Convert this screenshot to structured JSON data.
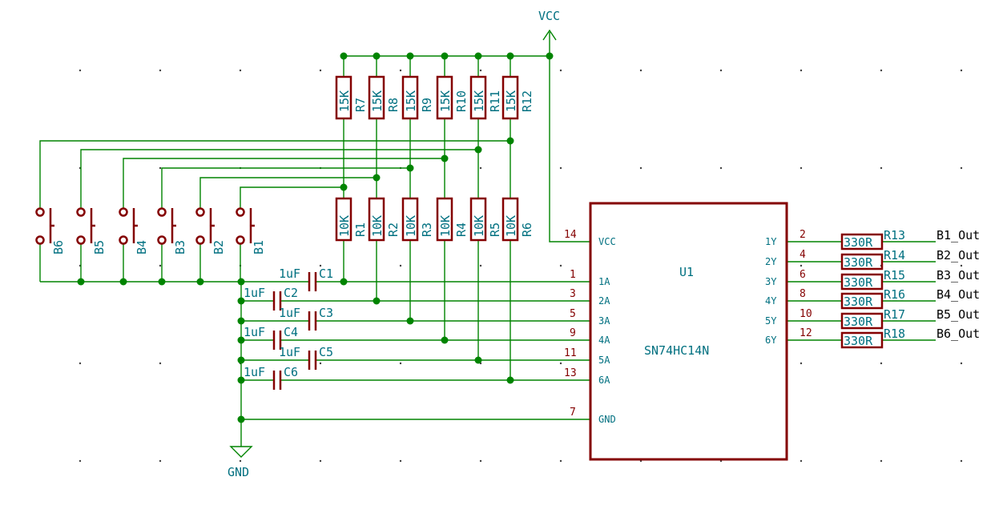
{
  "power": {
    "vcc": "VCC",
    "gnd": "GND"
  },
  "ic": {
    "ref": "U1",
    "value": "SN74HC14N",
    "left_pins": [
      {
        "num": "14",
        "name": "VCC"
      },
      {
        "num": "1",
        "name": "1A"
      },
      {
        "num": "3",
        "name": "2A"
      },
      {
        "num": "5",
        "name": "3A"
      },
      {
        "num": "9",
        "name": "4A"
      },
      {
        "num": "11",
        "name": "5A"
      },
      {
        "num": "13",
        "name": "6A"
      },
      {
        "num": "7",
        "name": "GND"
      }
    ],
    "right_pins": [
      {
        "num": "2",
        "name": "1Y"
      },
      {
        "num": "4",
        "name": "2Y"
      },
      {
        "num": "6",
        "name": "3Y"
      },
      {
        "num": "8",
        "name": "4Y"
      },
      {
        "num": "10",
        "name": "5Y"
      },
      {
        "num": "12",
        "name": "6Y"
      }
    ]
  },
  "pullups": [
    {
      "ref": "R7",
      "value": "15K"
    },
    {
      "ref": "R8",
      "value": "15K"
    },
    {
      "ref": "R9",
      "value": "15K"
    },
    {
      "ref": "R10",
      "value": "15K"
    },
    {
      "ref": "R11",
      "value": "15K"
    },
    {
      "ref": "R12",
      "value": "15K"
    }
  ],
  "series": [
    {
      "ref": "R1",
      "value": "10K"
    },
    {
      "ref": "R2",
      "value": "10K"
    },
    {
      "ref": "R3",
      "value": "10K"
    },
    {
      "ref": "R4",
      "value": "10K"
    },
    {
      "ref": "R5",
      "value": "10K"
    },
    {
      "ref": "R6",
      "value": "10K"
    }
  ],
  "buttons": [
    "B6",
    "B5",
    "B4",
    "B3",
    "B2",
    "B1"
  ],
  "caps": [
    {
      "ref": "C1",
      "value": "1uF"
    },
    {
      "ref": "C2",
      "value": "1uF"
    },
    {
      "ref": "C3",
      "value": "1uF"
    },
    {
      "ref": "C4",
      "value": "1uF"
    },
    {
      "ref": "C5",
      "value": "1uF"
    },
    {
      "ref": "C6",
      "value": "1uF"
    }
  ],
  "outputs": [
    {
      "ref": "R13",
      "value": "330R",
      "net": "B1_Out"
    },
    {
      "ref": "R14",
      "value": "330R",
      "net": "B2_Out"
    },
    {
      "ref": "R15",
      "value": "330R",
      "net": "B3_Out"
    },
    {
      "ref": "R16",
      "value": "330R",
      "net": "B4_Out"
    },
    {
      "ref": "R17",
      "value": "330R",
      "net": "B5_Out"
    },
    {
      "ref": "R18",
      "value": "330R",
      "net": "B6_Out"
    }
  ]
}
